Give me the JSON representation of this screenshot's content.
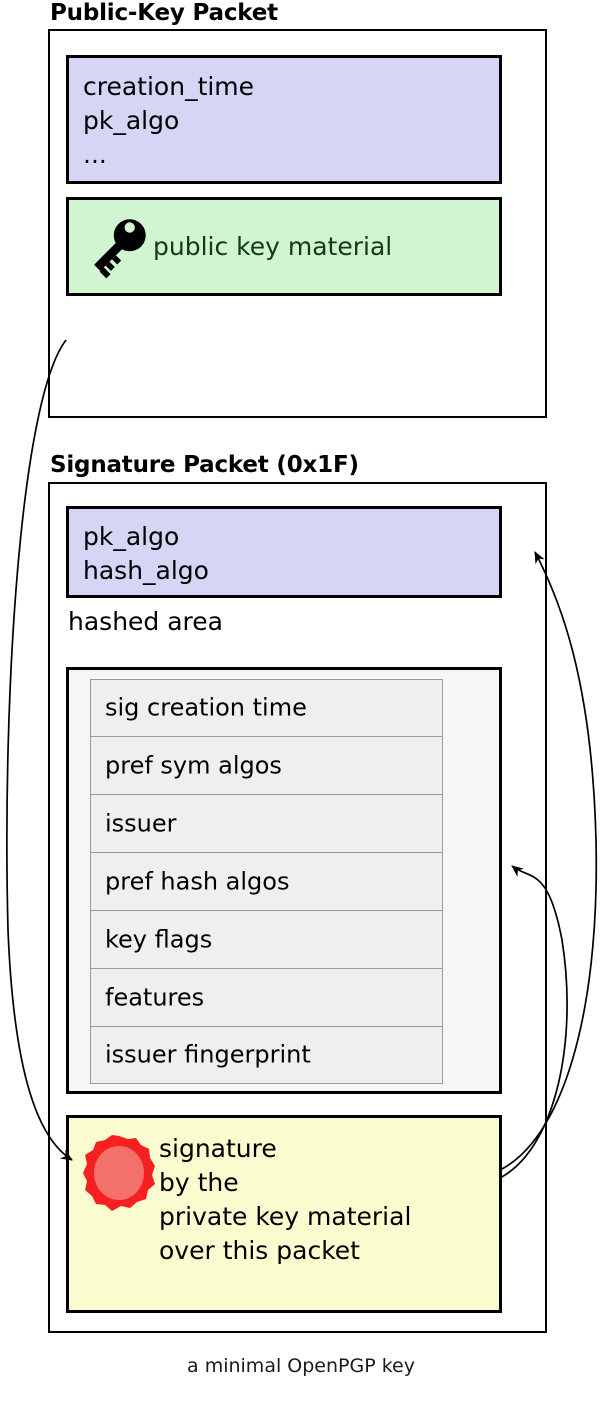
{
  "caption": "a minimal OpenPGP key",
  "colors": {
    "blue_fill": "#d5d5f5",
    "green_fill": "#d0f5d0",
    "yellow_fill": "#fbfbd0",
    "grey_fill": "#f7f7f7",
    "row_fill": "#efefef",
    "seal_ring": "#f72020",
    "seal_body": "#f2726b",
    "outline": "#000000",
    "green_text": "#103c10"
  },
  "public_key_packet": {
    "title": "Public-Key Packet",
    "header_fields": "creation_time\npk_algo\n...",
    "header_lines": [
      "creation_time",
      "pk_algo",
      "..."
    ],
    "key_material": {
      "icon": "key-icon",
      "label": "public key material"
    }
  },
  "signature_packet": {
    "title": "Signature Packet (0x1F)",
    "algo_fields": "pk_algo\nhash_algo",
    "algo_lines": [
      "pk_algo",
      "hash_algo"
    ],
    "hashed_area": {
      "label": "hashed area",
      "subpackets": [
        "sig creation time",
        "pref sym algos",
        "issuer",
        "pref hash algos",
        "key flags",
        "features",
        "issuer fingerprint"
      ]
    },
    "signature_block": {
      "icon": "wax-seal-icon",
      "text": "signature\nby the\nprivate key material\nover this packet",
      "lines": [
        "signature",
        "by the",
        "private key material",
        "over this packet"
      ]
    }
  }
}
